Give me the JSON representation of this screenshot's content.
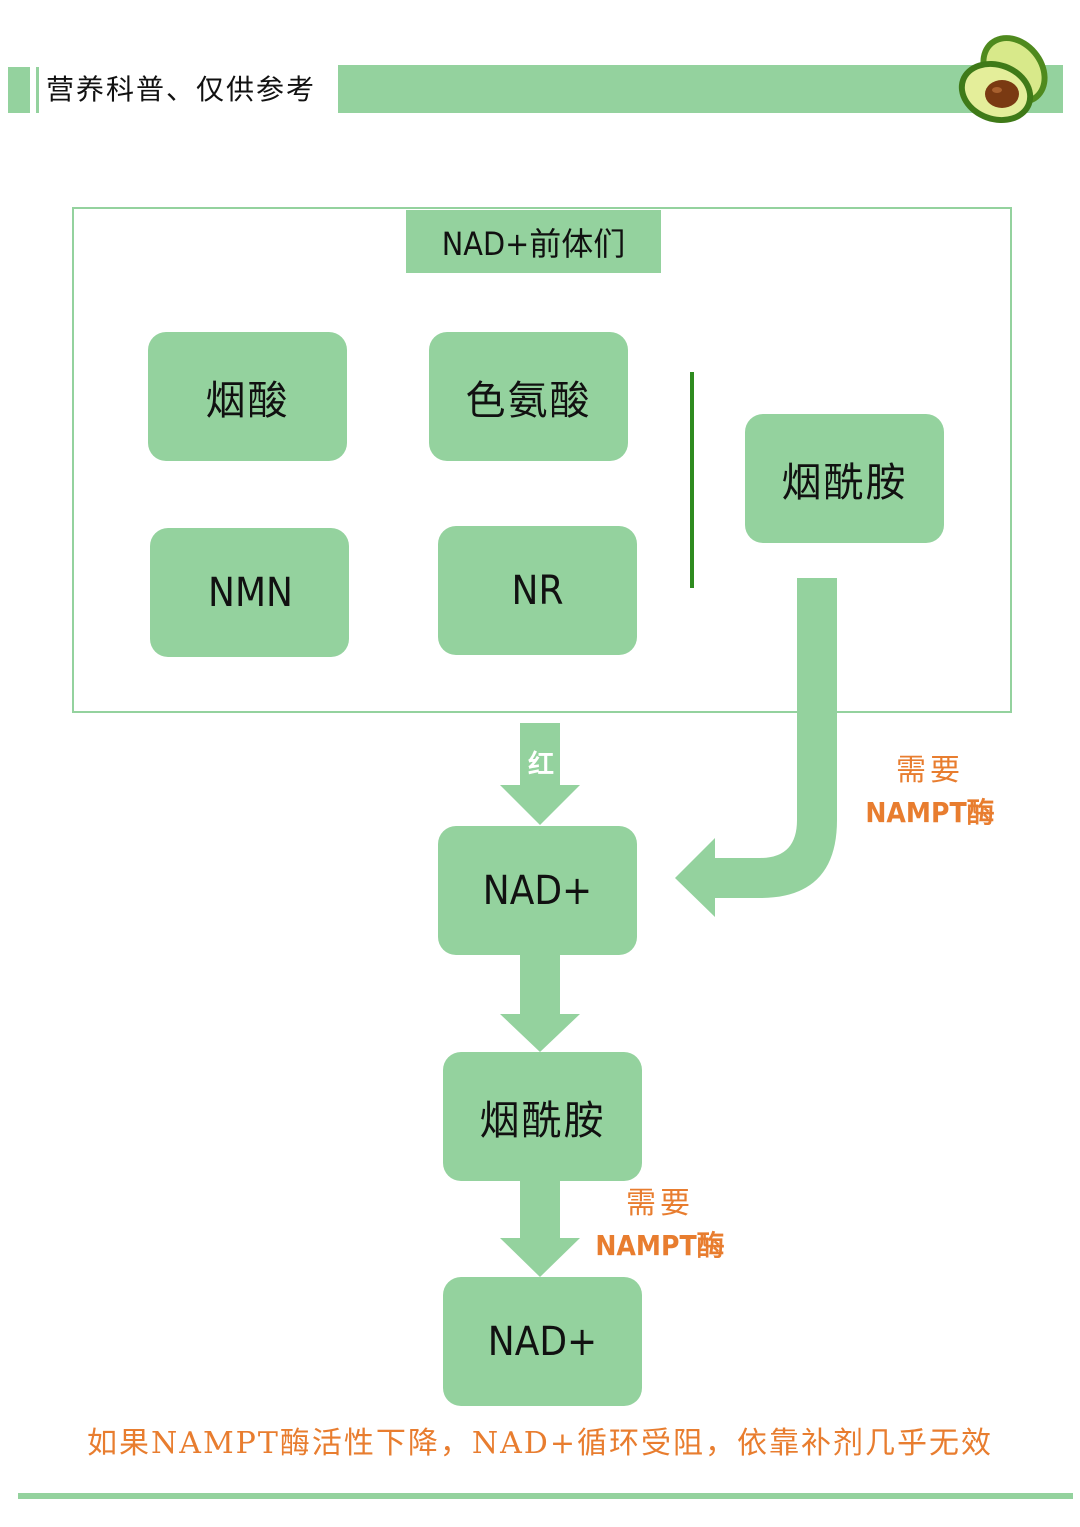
{
  "header": {
    "title": "营养科普、仅供参考"
  },
  "diagram": {
    "group_title": "NAD+前体们",
    "precursors": [
      "烟酸",
      "色氨酸",
      "NMN",
      "NR"
    ],
    "side_precursor": "烟酰胺",
    "arrow_label": "红",
    "nodes": {
      "nad_top": "NAD+",
      "nicotinamide": "烟酰胺",
      "nad_bottom": "NAD+"
    },
    "enzyme_note_right": {
      "line1": "需要",
      "line2": "NAMPT酶"
    },
    "enzyme_note_lower": {
      "line1": "需要",
      "line2": "NAMPT酶"
    }
  },
  "footer": {
    "conclusion": "如果NAMPT酶活性下降，NAD+循环受阻，依靠补剂几乎无效"
  },
  "colors": {
    "green": "#94d29e",
    "dark_green_line": "#2e8b1f",
    "orange": "#e87d2f"
  },
  "icons": [
    "avocado-icon"
  ]
}
